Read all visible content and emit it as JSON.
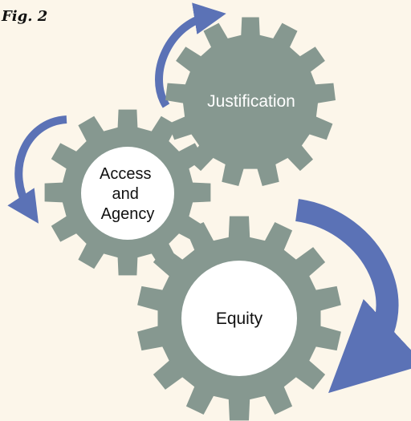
{
  "figure": {
    "label": "Fig. 2"
  },
  "gears": [
    {
      "id": "justification",
      "label": "Justification",
      "hub": "gear"
    },
    {
      "id": "access-agency",
      "label_lines": [
        "Access",
        "and",
        "Agency"
      ],
      "hub": "white"
    },
    {
      "id": "equity",
      "label": "Equity",
      "hub": "white"
    }
  ],
  "colors": {
    "background": "#fcf6ea",
    "gear": "#869890",
    "arrow": "#5b72b6",
    "hub": "#ffffff",
    "text_dark": "#111111",
    "text_light": "#ffffff"
  }
}
